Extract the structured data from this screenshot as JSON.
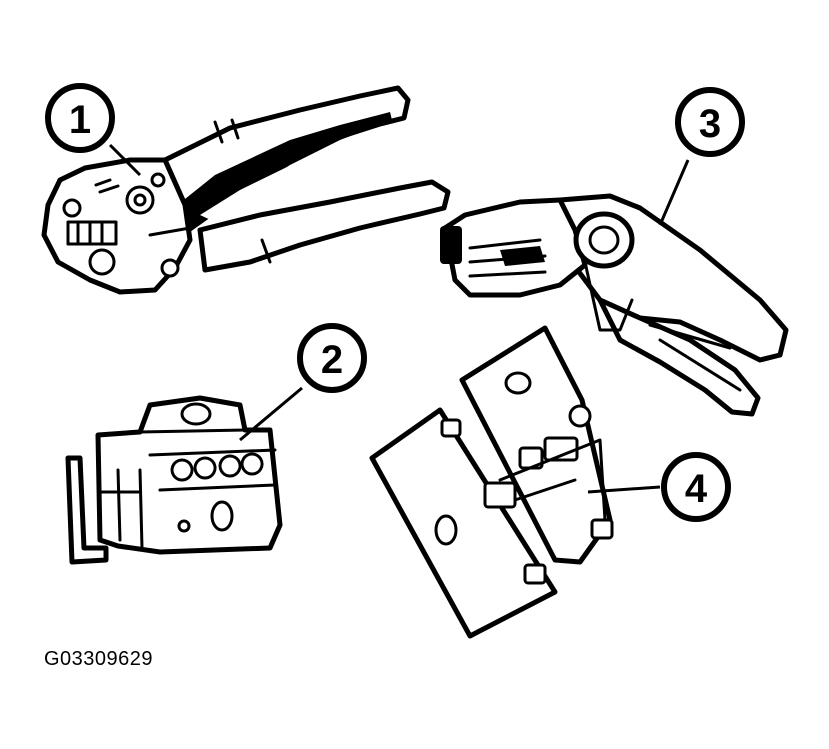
{
  "callouts": [
    {
      "id": "1",
      "label": "1"
    },
    {
      "id": "2",
      "label": "2"
    },
    {
      "id": "3",
      "label": "3"
    },
    {
      "id": "4",
      "label": "4"
    }
  ],
  "figure_code": "G03309629",
  "colors": {
    "ink": "#000000",
    "background": "#ffffff"
  }
}
